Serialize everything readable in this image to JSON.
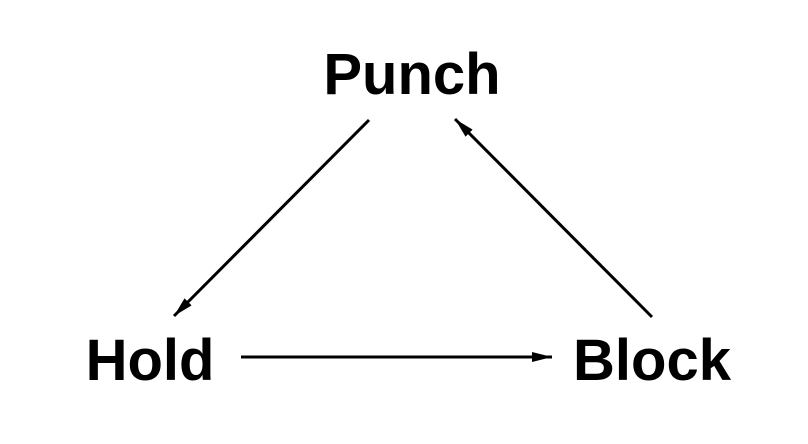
{
  "diagram": {
    "nodes": [
      {
        "id": "punch",
        "label": "Punch"
      },
      {
        "id": "hold",
        "label": "Hold"
      },
      {
        "id": "block",
        "label": "Block"
      }
    ],
    "edges": [
      {
        "from": "punch",
        "to": "hold"
      },
      {
        "from": "hold",
        "to": "block"
      },
      {
        "from": "block",
        "to": "punch"
      }
    ],
    "colors": {
      "text": "#000000",
      "line": "#000000",
      "background": "#ffffff"
    }
  }
}
